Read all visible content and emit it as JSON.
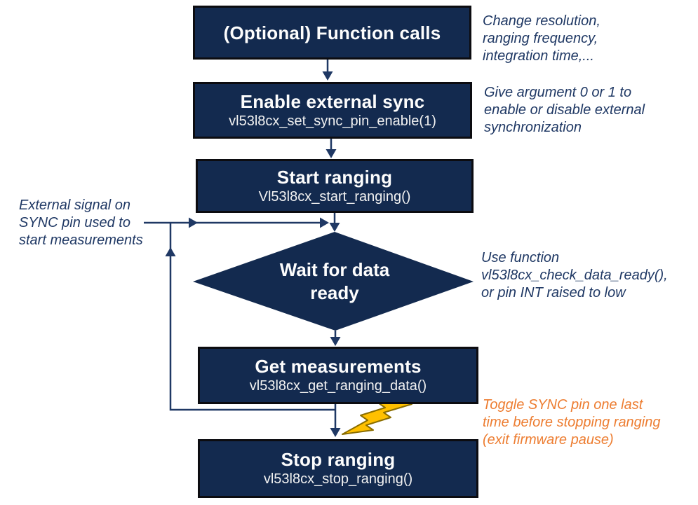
{
  "colors": {
    "node_fill": "#132A4F",
    "node_border": "#0C0C10",
    "node_text": "#FDFDFD",
    "connector": "#1F3864",
    "note_text": "#1F3864",
    "warning_text": "#ED7D31",
    "bolt_fill": "#FFC000",
    "bolt_outline": "#8A6D00"
  },
  "nodes": {
    "optional_calls": {
      "label": "(Optional) Function calls"
    },
    "enable_sync": {
      "label": "Enable external sync",
      "api_call": "vl53l8cx_set_sync_pin_enable(1)"
    },
    "start_ranging": {
      "label": "Start ranging",
      "api_call": "Vl53l8cx_start_ranging()"
    },
    "wait_data_ready": {
      "label": "Wait for data\nready"
    },
    "get_measurements": {
      "label": "Get measurements",
      "api_call": "vl53l8cx_get_ranging_data()"
    },
    "stop_ranging": {
      "label": "Stop ranging",
      "api_call": "vl53l8cx_stop_ranging()"
    }
  },
  "notes": {
    "external_signal": "External signal on\nSYNC pin used to\nstart measurements",
    "function_calls": "Change resolution,\nranging frequency,\nintegration time,...",
    "sync_argument": "Give argument 0 or 1 to\nenable or disable external\nsynchronization",
    "data_ready": "Use function\nvl53l8cx_check_data_ready(),\nor pin INT raised to low",
    "toggle_sync": "Toggle SYNC pin one last\ntime before stopping ranging\n(exit firmware pause)"
  },
  "icons": {
    "lightning": "lightning-bolt"
  }
}
